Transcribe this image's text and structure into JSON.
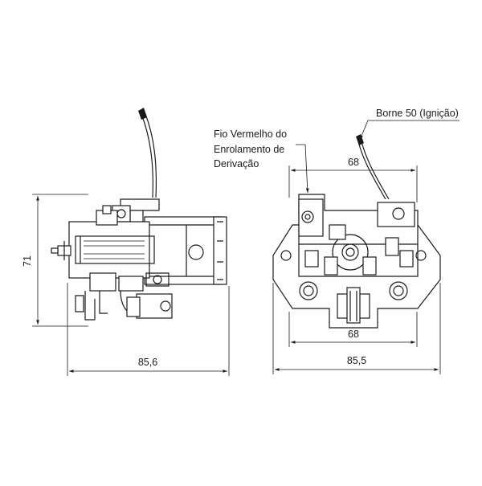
{
  "labels": {
    "fio_vermelho_line1": "Fio Vermelho do",
    "fio_vermelho_line2": "Enrolamento de",
    "fio_vermelho_line3": "Derivação",
    "borne_50": "Borne 50 (Ignição)"
  },
  "dimensions": {
    "side_height": "71",
    "side_width": "85,6",
    "front_top_width": "68",
    "front_mid_width": "68",
    "front_width": "85,5"
  },
  "colors": {
    "line": "#1a1a1a",
    "background": "#ffffff"
  }
}
